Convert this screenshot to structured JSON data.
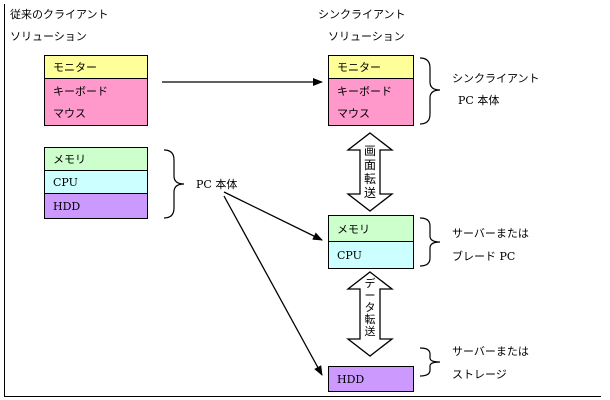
{
  "left": {
    "title_line1": "従来のクライアント",
    "title_line2": "ソリューション",
    "box_monitor": "モニター",
    "box_keyboard": "キーボード",
    "box_mouse": "マウス",
    "box_memory": "メモリ",
    "box_cpu": "CPU",
    "box_hdd": "HDD",
    "pc_label": "PC 本体"
  },
  "right": {
    "title_line1": "シンクライアント",
    "title_line2": "ソリューション",
    "box_monitor": "モニター",
    "box_keyboard": "キーボード",
    "box_mouse": "マウス",
    "thin_label_line1": "シンクライアント",
    "thin_label_line2": "PC 本体",
    "screen_transfer": [
      "画",
      "面",
      "転",
      "送"
    ],
    "box_memory": "メモリ",
    "box_cpu": "CPU",
    "server_label_line1": "サーバーまたは",
    "server_label_line2": "ブレード PC",
    "data_transfer": [
      "デ",
      "ー",
      "タ",
      "転",
      "送"
    ],
    "box_hdd": "HDD",
    "storage_label_line1": "サーバーまたは",
    "storage_label_line2": "ストレージ"
  },
  "colors": {
    "yellow": "#ffff99",
    "pink": "#ff99cc",
    "green": "#ccffcc",
    "cyan": "#ccffff",
    "purple": "#cc99ff"
  }
}
